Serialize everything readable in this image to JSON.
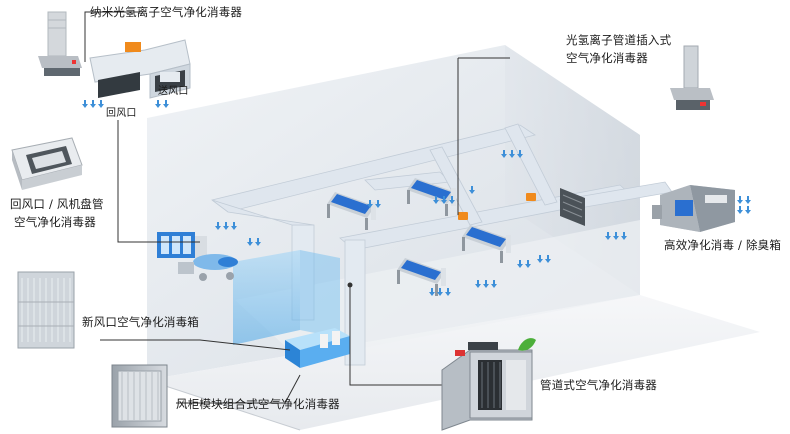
{
  "labels": {
    "nano_purifier": "纳米光氢离子空气净化消毒器",
    "supply_vent": "送风口",
    "return_vent": "回风口",
    "duct_insert_line1": "光氢离子管道插入式",
    "duct_insert_line2": "空气净化消毒器",
    "return_fancoil_line1": "回风口 / 风机盘管",
    "return_fancoil_line2": "空气净化消毒器",
    "efficient_box": "高效净化消毒 / 除臭箱",
    "fresh_air_box": "新风口空气净化消毒箱",
    "duct_type": "管道式空气净化消毒器",
    "ahu_module": "风柜模块组合式空气净化消毒器"
  },
  "colors": {
    "wall": "#e4e8ec",
    "floor": "#f3f5f7",
    "duct": "#dde6ef",
    "arrow_blue": "#3d8fd8",
    "accent_orange": "#f08a1c",
    "bed_blue": "#2a6fd0",
    "leader_line": "#333333"
  },
  "icons": [
    "air-flow-arrow-icon",
    "leaf-icon"
  ]
}
